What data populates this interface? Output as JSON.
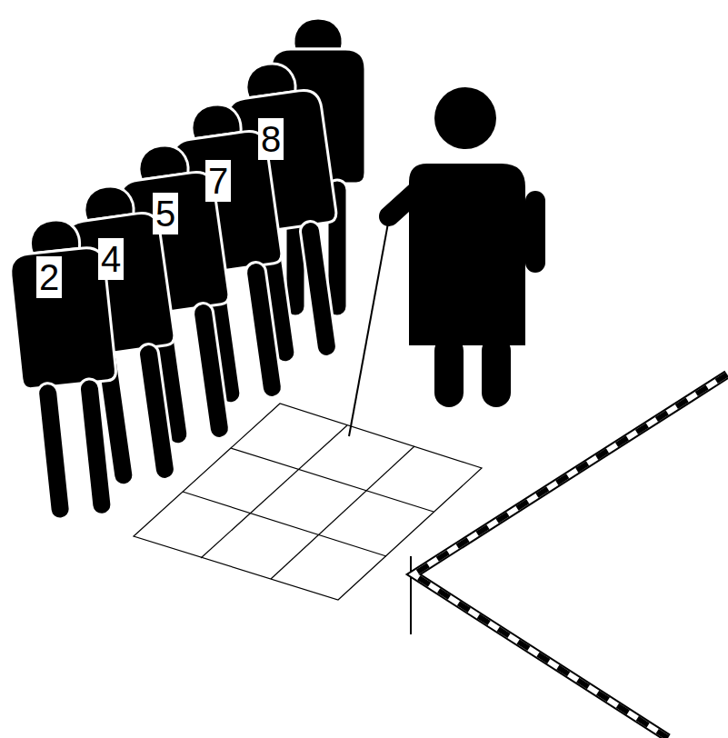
{
  "diagram": {
    "labels": [
      "2",
      "4",
      "5",
      "7",
      "8"
    ]
  }
}
